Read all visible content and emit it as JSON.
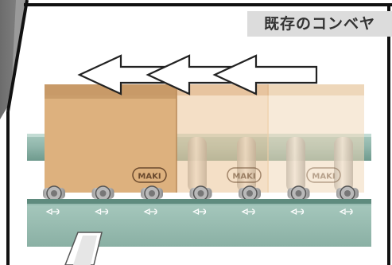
{
  "caption": "既存のコンベヤ",
  "box_logo": "MAKI",
  "conveyor": {
    "roller_count": 7,
    "motion": "right-to-left",
    "box_opacity_steps": [
      1.0,
      0.5,
      0.3
    ]
  },
  "colors": {
    "caption_bg": "#dcdcdc",
    "caption_text": "#333333",
    "frame": "#8fb5aa",
    "frame_dark": "#5f8b7e",
    "box": "#ddb17e",
    "box_tape": "#c89a68",
    "arrow_stroke": "#222222"
  }
}
